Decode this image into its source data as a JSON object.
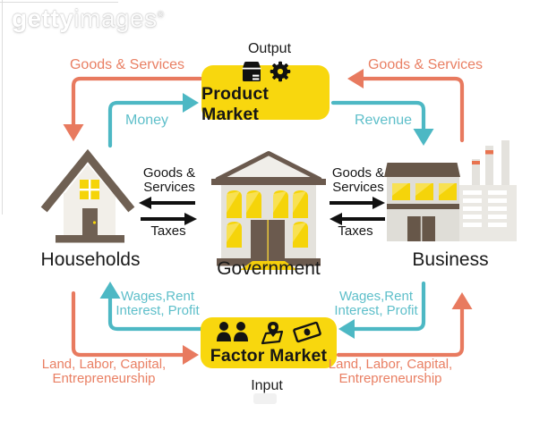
{
  "watermark": {
    "brand_bold": "getty",
    "brand_light": "images",
    "registered_mark": "®"
  },
  "colors": {
    "salmon_arrow": "#E87A5F",
    "teal_arrow": "#4DB8C4",
    "market_yellow": "#F8D70E",
    "window_yellow": "#F5D40A",
    "brown": "#6B5B4F",
    "building_gray": "#E4E2DC",
    "cream": "#F2EFE9",
    "text_black": "#1C1C1C"
  },
  "nodes": {
    "households": "Households",
    "government": "Government",
    "business": "Business",
    "product_market": "Product Market",
    "factor_market": "Factor Market"
  },
  "markets": {
    "output_label": "Output",
    "input_label": "Input"
  },
  "flows": {
    "top_left_goods": "Goods & Services",
    "top_left_money": "Money",
    "top_right_goods": "Goods & Services",
    "top_right_revenue": "Revenue",
    "hg_goods_line1": "Goods &",
    "hg_goods_line2": "Services",
    "hg_taxes": "Taxes",
    "gb_goods_line1": "Goods &",
    "gb_goods_line2": "Services",
    "gb_taxes": "Taxes",
    "bl_wages_line1": "Wages,Rent",
    "bl_wages_line2": "Interest, Profit",
    "bl_land_line1": "Land, Labor, Capital,",
    "bl_land_line2": "Entrepreneurship",
    "br_wages_line1": "Wages,Rent",
    "br_wages_line2": "Interest, Profit",
    "br_land_line1": "Land, Labor, Capital,",
    "br_land_line2": "Entrepreneurship"
  }
}
